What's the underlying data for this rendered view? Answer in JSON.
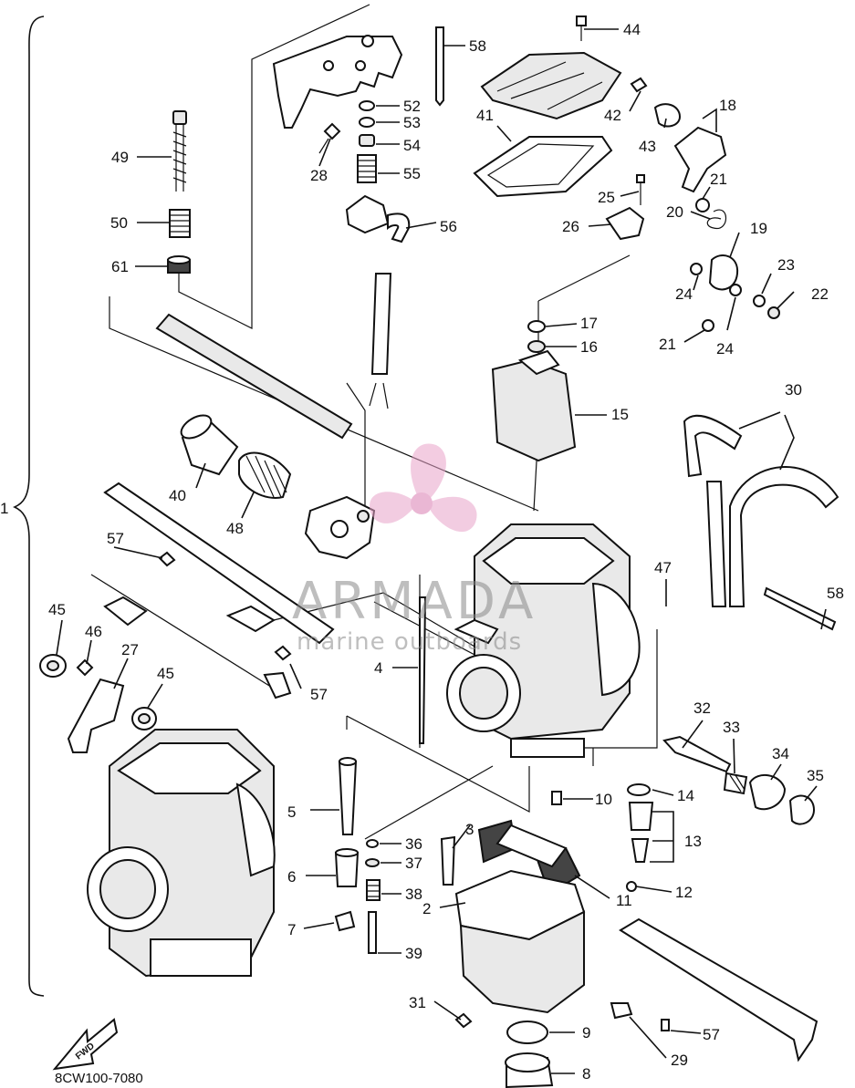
{
  "diagram_code": "8CW100-7080",
  "watermark": {
    "brand": "ARMADA",
    "tagline": "marine outboards",
    "accent_color": "#e9a3c9"
  },
  "direction_label": "FWD",
  "callouts": [
    {
      "id": "c1",
      "label": "1"
    },
    {
      "id": "c2",
      "label": "2"
    },
    {
      "id": "c3",
      "label": "3"
    },
    {
      "id": "c4",
      "label": "4"
    },
    {
      "id": "c5",
      "label": "5"
    },
    {
      "id": "c6",
      "label": "6"
    },
    {
      "id": "c7",
      "label": "7"
    },
    {
      "id": "c8",
      "label": "8"
    },
    {
      "id": "c9",
      "label": "9"
    },
    {
      "id": "c10",
      "label": "10"
    },
    {
      "id": "c11",
      "label": "11"
    },
    {
      "id": "c12",
      "label": "12"
    },
    {
      "id": "c13",
      "label": "13"
    },
    {
      "id": "c14",
      "label": "14"
    },
    {
      "id": "c15",
      "label": "15"
    },
    {
      "id": "c16",
      "label": "16"
    },
    {
      "id": "c17",
      "label": "17"
    },
    {
      "id": "c18",
      "label": "18"
    },
    {
      "id": "c19",
      "label": "19"
    },
    {
      "id": "c20",
      "label": "20"
    },
    {
      "id": "c21a",
      "label": "21"
    },
    {
      "id": "c21b",
      "label": "21"
    },
    {
      "id": "c22",
      "label": "22"
    },
    {
      "id": "c23",
      "label": "23"
    },
    {
      "id": "c24a",
      "label": "24"
    },
    {
      "id": "c24b",
      "label": "24"
    },
    {
      "id": "c25",
      "label": "25"
    },
    {
      "id": "c26",
      "label": "26"
    },
    {
      "id": "c27",
      "label": "27"
    },
    {
      "id": "c28",
      "label": "28"
    },
    {
      "id": "c29",
      "label": "29"
    },
    {
      "id": "c30",
      "label": "30"
    },
    {
      "id": "c31",
      "label": "31"
    },
    {
      "id": "c32",
      "label": "32"
    },
    {
      "id": "c33",
      "label": "33"
    },
    {
      "id": "c34",
      "label": "34"
    },
    {
      "id": "c35",
      "label": "35"
    },
    {
      "id": "c36",
      "label": "36"
    },
    {
      "id": "c37",
      "label": "37"
    },
    {
      "id": "c38",
      "label": "38"
    },
    {
      "id": "c39",
      "label": "39"
    },
    {
      "id": "c40",
      "label": "40"
    },
    {
      "id": "c41",
      "label": "41"
    },
    {
      "id": "c42",
      "label": "42"
    },
    {
      "id": "c43",
      "label": "43"
    },
    {
      "id": "c44",
      "label": "44"
    },
    {
      "id": "c45a",
      "label": "45"
    },
    {
      "id": "c45b",
      "label": "45"
    },
    {
      "id": "c46",
      "label": "46"
    },
    {
      "id": "c47",
      "label": "47"
    },
    {
      "id": "c48",
      "label": "48"
    },
    {
      "id": "c49",
      "label": "49"
    },
    {
      "id": "c50",
      "label": "50"
    },
    {
      "id": "c52",
      "label": "52"
    },
    {
      "id": "c53",
      "label": "53"
    },
    {
      "id": "c54",
      "label": "54"
    },
    {
      "id": "c55",
      "label": "55"
    },
    {
      "id": "c56",
      "label": "56"
    },
    {
      "id": "c57a",
      "label": "57"
    },
    {
      "id": "c57b",
      "label": "57"
    },
    {
      "id": "c57c",
      "label": "57"
    },
    {
      "id": "c58a",
      "label": "58"
    },
    {
      "id": "c58b",
      "label": "58"
    },
    {
      "id": "c61",
      "label": "61"
    }
  ]
}
